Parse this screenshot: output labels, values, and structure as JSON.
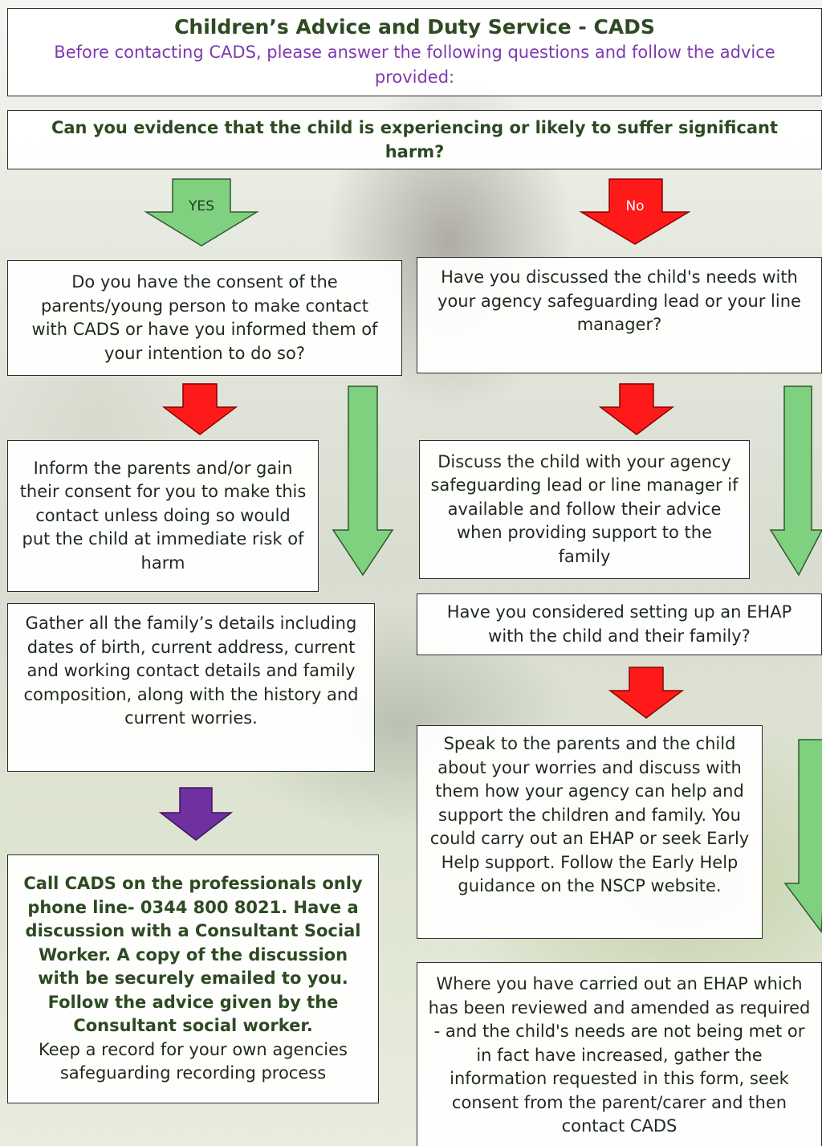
{
  "header": {
    "title": "Children’s Advice and Duty Service - CADS",
    "subtitle": "Before contacting CADS, please answer the following questions and follow the advice provided:"
  },
  "question": "Can you evidence that the child is experiencing or likely to suffer significant harm?",
  "arrows": {
    "yes_label": "YES",
    "no_label": "No",
    "colors": {
      "green": "#7fd17f",
      "red": "#ff1a1a",
      "purple": "#7030a0"
    }
  },
  "yes_branch": {
    "consent_question": "Do you have the consent of the parents/young person to make contact with CADS or have you informed them of your intention to do so?",
    "inform_parents": "Inform the parents and/or gain their consent for you to make this contact unless doing so would put the child at immediate risk of harm",
    "gather_details": "Gather all the family’s details including dates of birth, current address, current and working contact details and family composition, along with the history and current worries.",
    "call_cads": {
      "line1": "Call CADS on the professionals only phone line- 0344 800 8021. Have a discussion with a Consultant Social Worker. A copy of the discussion with be securely emailed to you.",
      "line2": "Follow the advice given by the Consultant social worker.",
      "line3": "Keep a record for your own agencies safeguarding recording process"
    }
  },
  "no_branch": {
    "discussed_question": "Have you discussed the child's needs with your agency safeguarding lead or your line manager?",
    "discuss_child": "Discuss the child with your agency safeguarding lead or line manager if available and follow their advice when providing support to the family",
    "ehap_question": "Have you considered setting up an EHAP with the child and their family?",
    "speak_parents": "Speak to the parents and the child about your worries and discuss with them how your agency can help and support the children and family. You could carry out an EHAP or seek Early Help support. Follow the Early Help guidance on the NSCP website.",
    "where_ehap": "Where you have carried out an EHAP which has been reviewed and amended as required - and the child's needs are not being met or in fact have increased, gather the information requested in this form, seek consent from the parent/carer and then contact CADS"
  }
}
